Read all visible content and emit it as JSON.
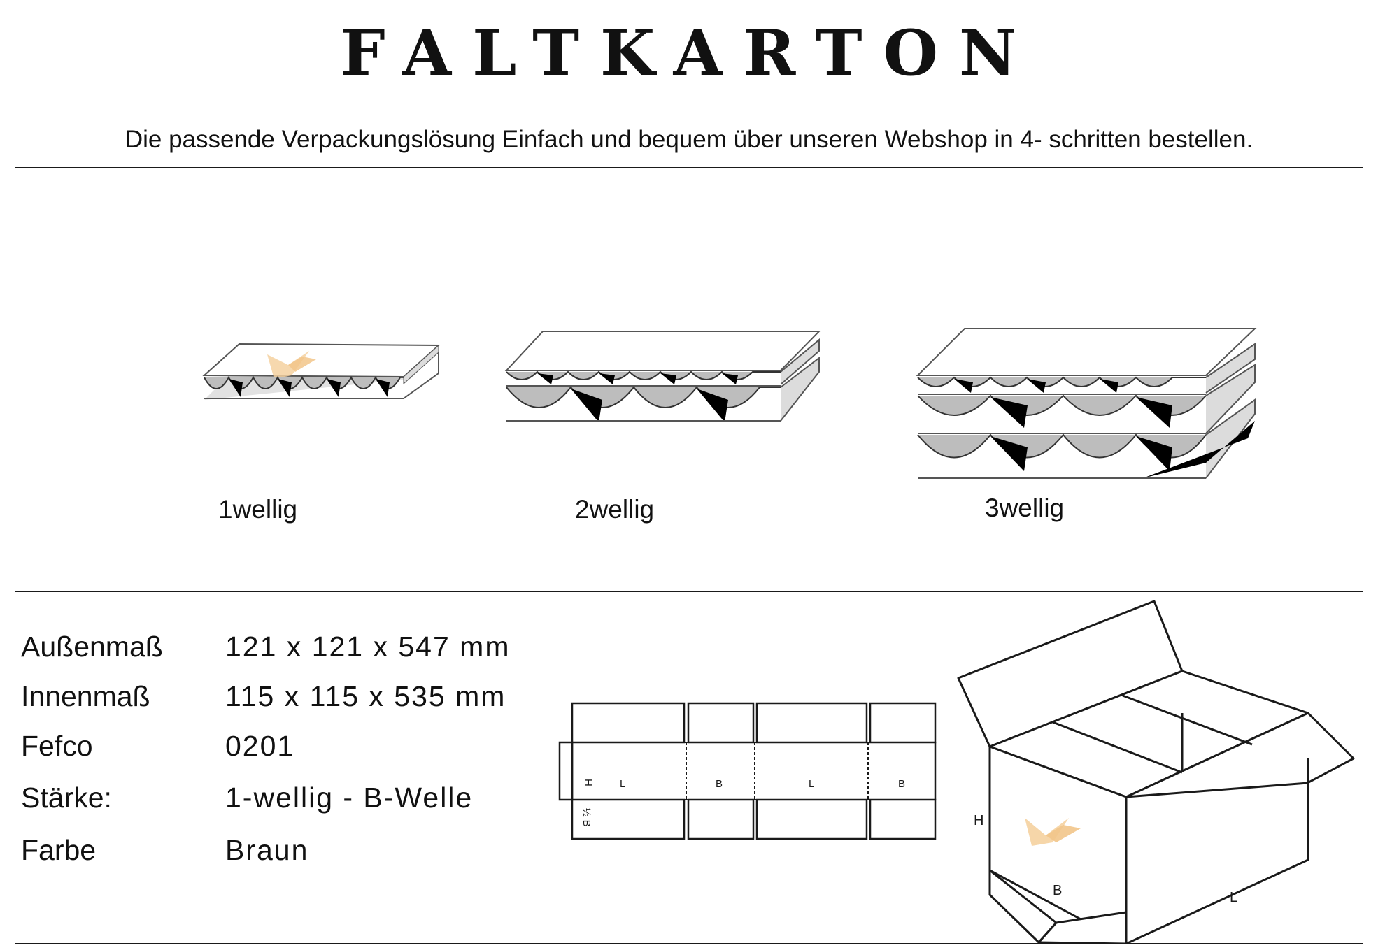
{
  "header": {
    "title": "FALTKARTON",
    "subtitle": "Die passende Verpackungslösung Einfach und bequem über unseren Webshop in 4- schritten bestellen."
  },
  "corrugation": {
    "items": [
      {
        "label": "1wellig"
      },
      {
        "label": "2wellig"
      },
      {
        "label": "3wellig"
      }
    ]
  },
  "specs": [
    {
      "label": "Außenmaß",
      "value": "121 x 121 x 547 mm"
    },
    {
      "label": "Innenmaß",
      "value": "115 x 115 x 535 mm"
    },
    {
      "label": "Fefco",
      "value": "0201"
    },
    {
      "label": "Stärke:",
      "value": "1-wellig - B-Welle"
    },
    {
      "label": "Farbe",
      "value": "Braun"
    }
  ],
  "die_cut": {
    "labels": [
      "H",
      "½ B",
      "L",
      "B",
      "L",
      "B"
    ]
  },
  "box_drawing": {
    "labels": [
      "H",
      "B",
      "L"
    ]
  },
  "colors": {
    "ink": "#1a1a1a",
    "flute_gray": "#bdbdbd",
    "bird": "#f2c58a"
  }
}
